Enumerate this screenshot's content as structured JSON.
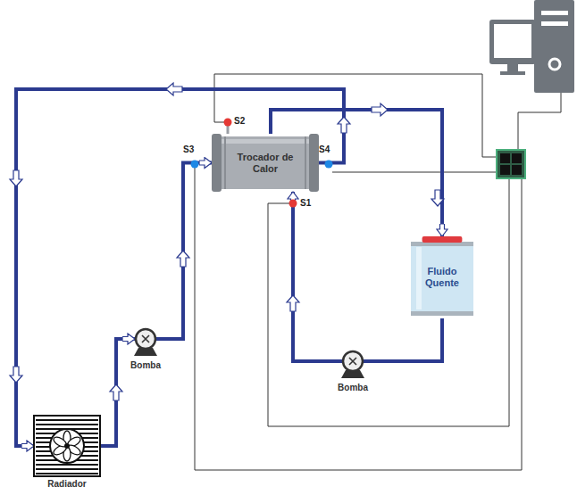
{
  "diagram": {
    "nodes": [
      {
        "text": [
          "Trocador de Calor"
        ]
      },
      {
        "text": [
          "Fluido Quente"
        ]
      },
      {
        "text": [
          "Bomba"
        ]
      },
      {
        "text": [
          "Bomba"
        ]
      },
      {
        "text": [
          "Radiador"
        ]
      }
    ],
    "edges": [
      {
        "from": 4,
        "to": 2,
        "arrow": "to"
      },
      {
        "from": 2,
        "to": 0,
        "arrow": "to"
      },
      {
        "from": 0,
        "to": 4,
        "arrow": "to"
      },
      {
        "from": 0,
        "to": 1,
        "arrow": "to"
      },
      {
        "from": 1,
        "to": 3,
        "arrow": "none"
      },
      {
        "from": 3,
        "to": 0,
        "arrow": "to"
      }
    ],
    "labels": [
      "S2",
      "S3",
      "S4",
      "S1"
    ]
  }
}
